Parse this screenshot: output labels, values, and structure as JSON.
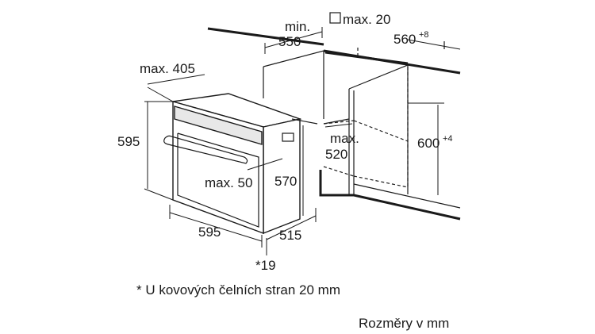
{
  "labels": {
    "min_550_line1": "min.",
    "min_550_line2": "550",
    "max_20": "max. 20",
    "d560": "560",
    "d560_tol": "+8",
    "max_405": "max. 405",
    "h595": "595",
    "max_520_line1": "max.",
    "max_520_line2": "520",
    "h600": "600",
    "h600_tol": "+4",
    "max_50": "max. 50",
    "h570": "570",
    "w595": "595",
    "d515": "515",
    "star19": "*19"
  },
  "footnote": "* U kovových čelních stran 20 mm",
  "units_note": "Rozměry v mm"
}
